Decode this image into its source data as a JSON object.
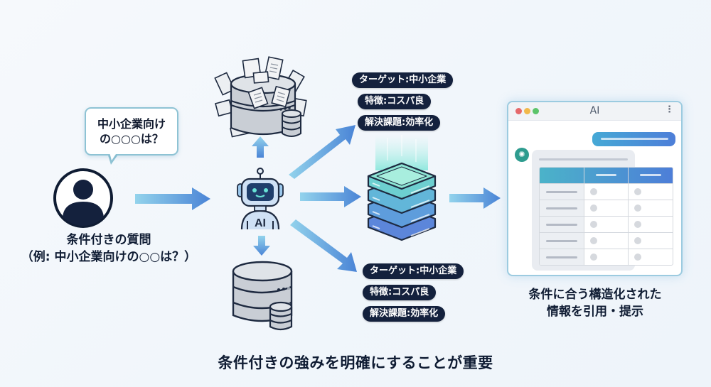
{
  "user": {
    "icon": "user-avatar-icon",
    "bubble_line1": "中小企業向け",
    "bubble_line2": "の○○○は？",
    "label_line1": "条件付きの質問",
    "label_line2": "（例: 中小企業向けの○○は？）"
  },
  "ai_robot": {
    "icon": "robot-icon",
    "badge": "AI"
  },
  "sources": {
    "top": "messy-database-with-documents-icon",
    "bottom": "database-icon",
    "center": "structured-server-stack-icon"
  },
  "tags_top": [
    {
      "label": "ターゲット:中小企業"
    },
    {
      "label": "特徴:コスパ良"
    },
    {
      "label": "解決課題:効率化"
    }
  ],
  "tags_bottom": [
    {
      "label": "ターゲット:中小企業"
    },
    {
      "label": "特徴:コスパ良"
    },
    {
      "label": "解決課題:効率化"
    }
  ],
  "ai_window": {
    "title": "AI",
    "menu_icon": "⋮",
    "window_dots": [
      "#e5686a",
      "#f1b84a",
      "#5cc46a"
    ],
    "bot_avatar_glyph": "✺",
    "table_rows": 5,
    "table_columns": 3
  },
  "result": {
    "line1": "条件に合う構造化された",
    "line2": "情報を引用・提示"
  },
  "conclusion": "条件付きの強みを明確にすることが重要",
  "colors": {
    "arrow_start": "#8fd0ea",
    "arrow_end": "#4a86d6",
    "tag_bg": "#14213d",
    "text_dark": "#0f1c33"
  }
}
